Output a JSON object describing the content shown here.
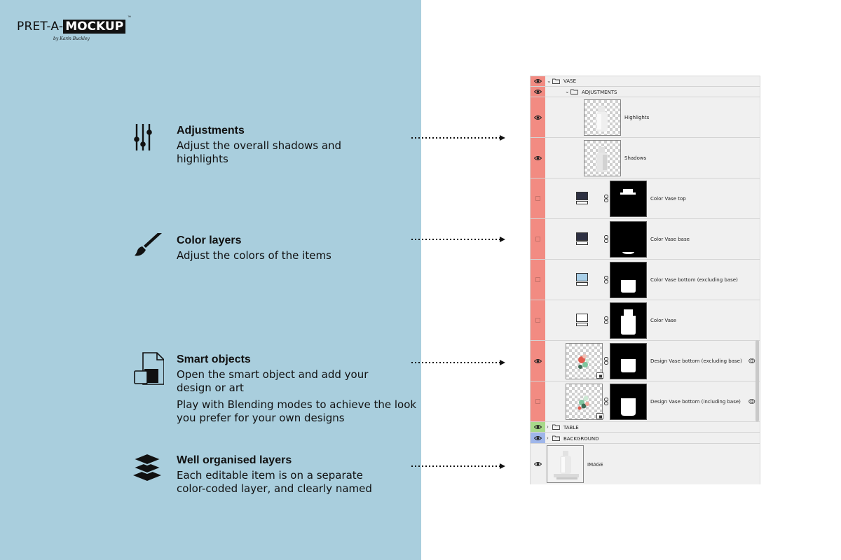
{
  "logo": {
    "pret": "PRET-A-",
    "mockup": "MOCKUP",
    "tm": "™",
    "by": "by Karin Buckley"
  },
  "features": [
    {
      "title": "Adjustments",
      "desc": "Adjust the overall shadows and highlights",
      "icon": "sliders-icon"
    },
    {
      "title": "Color layers",
      "desc": "Adjust the colors of the items",
      "icon": "paintbrush-icon"
    },
    {
      "title": "Smart objects",
      "desc": "Open the smart object and add your design or art",
      "desc2": "Play with Blending modes to achieve the look you prefer for your own designs",
      "icon": "smart-object-icon"
    },
    {
      "title": "Well organised layers",
      "desc": "Each editable item is on a separate color-coded layer, and clearly named",
      "icon": "layers-stack-icon"
    }
  ],
  "layers": {
    "vase_group": "VASE",
    "adjustments_group": "ADJUSTMENTS",
    "highlights": "Highlights",
    "shadows": "Shadows",
    "color_vase_top": "Color Vase top",
    "color_vase_base": "Color Vase base",
    "color_vase_bottom": "Color Vase bottom (excluding base)",
    "color_vase": "Color Vase",
    "design_excl": "Design Vase bottom (excluding base)",
    "design_incl": "Design Vase bottom (including base)",
    "table_group": "TABLE",
    "background_group": "BACKGROUND",
    "image": "IMAGE"
  },
  "colors": {
    "left_bg": "#a9cedd",
    "red_code": "#f28b82",
    "green_code": "#a8d98a",
    "blue_code": "#9fb6ea",
    "swatch_dark": "#2d3042",
    "swatch_light_blue": "#a8cfe8",
    "swatch_white": "#ffffff"
  }
}
